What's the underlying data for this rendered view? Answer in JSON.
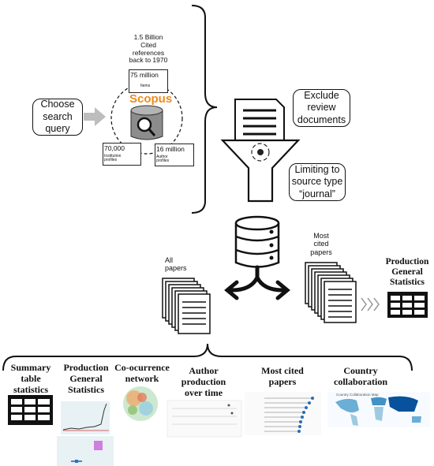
{
  "scopus": {
    "references_text": "1.5 Billion\nCited\nreferences\nback to 1970",
    "items_value": "75 million",
    "items_label": "Items",
    "brand": "Scopus",
    "institutions_value": "70,000",
    "institutions_label": "Institution\nprofiles",
    "authors_value": "16 million",
    "authors_label": "Author\nprofiles"
  },
  "steps": {
    "choose_query": "Choose\nsearch\nquery",
    "exclude_review": "Exclude\nreview\ndocuments",
    "limit_source": "Limiting to\nsource type\n“journal”"
  },
  "papers": {
    "all": "All\npapers",
    "most_cited": "Most\ncited\npapers"
  },
  "production_title": "Production\nGeneral\nStatistics",
  "outputs": [
    {
      "title": "Summary\ntable\nstatistics"
    },
    {
      "title": "Production\nGeneral\nStatistics"
    },
    {
      "title": "Co-ocurrence\nnetwork"
    },
    {
      "title": "Author\nproduction\nover time"
    },
    {
      "title": "Most cited\npapers"
    },
    {
      "title": "Country\ncollaboration"
    }
  ],
  "thumbs": {
    "map_title": "Country Collaboration Map"
  }
}
